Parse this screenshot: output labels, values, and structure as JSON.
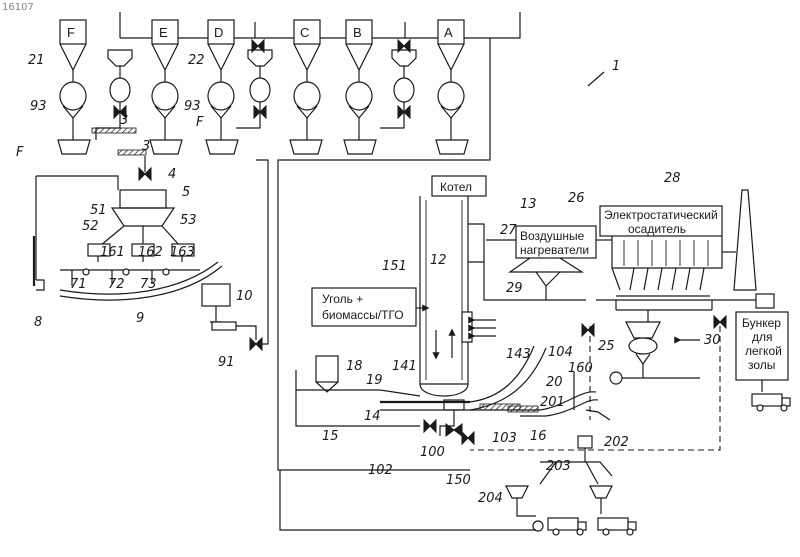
{
  "corner_id": "16107",
  "silos": [
    {
      "letter": "F"
    },
    {
      "letter": "E"
    },
    {
      "letter": "D"
    },
    {
      "letter": "C"
    },
    {
      "letter": "B"
    },
    {
      "letter": "A"
    }
  ],
  "boxes": {
    "boiler": "Котел",
    "air_heaters": [
      "Воздушные",
      "нагреватели"
    ],
    "precipitator": [
      "Электростатический",
      "осадитель"
    ],
    "fuel": [
      "Уголь +",
      "биомассы/ТГО"
    ],
    "ash_bunker": [
      "Бункер",
      "для",
      "легкой",
      "золы"
    ]
  },
  "side_letters": {
    "f_left": "F",
    "f_mid": "F"
  },
  "numerals": {
    "n1": "1",
    "n3a": "3",
    "n3b": "3",
    "n4": "4",
    "n5": "5",
    "n8": "8",
    "n9": "9",
    "n10": "10",
    "n12": "12",
    "n13": "13",
    "n14": "14",
    "n15": "15",
    "n16": "16",
    "n18": "18",
    "n19": "19",
    "n20": "20",
    "n21": "21",
    "n22": "22",
    "n25": "25",
    "n26": "26",
    "n27": "27",
    "n28": "28",
    "n29": "29",
    "n30": "30",
    "n51": "51",
    "n52": "52",
    "n53": "53",
    "n71": "71",
    "n72": "72",
    "n73": "73",
    "n91": "91",
    "n93a": "93",
    "n93b": "93",
    "n100": "100",
    "n102": "102",
    "n103": "103",
    "n104": "104",
    "n141": "141",
    "n143": "143",
    "n150": "150",
    "n151": "151",
    "n160": "160",
    "n161": "161",
    "n162": "162",
    "n163": "163",
    "n201": "201",
    "n202": "202",
    "n203": "203",
    "n204": "204"
  }
}
